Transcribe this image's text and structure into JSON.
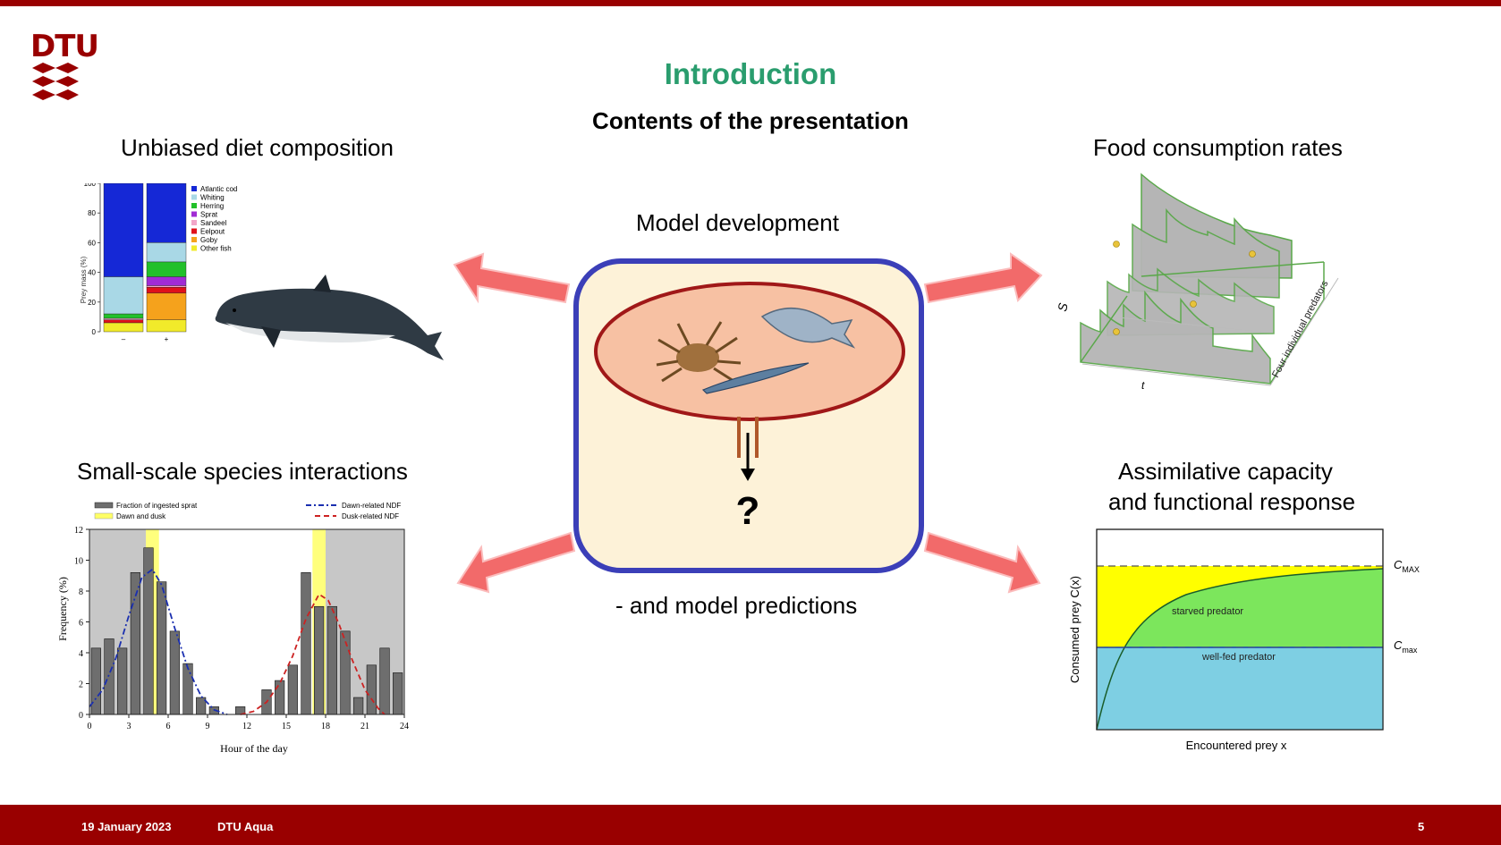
{
  "slide": {
    "title": "Introduction",
    "subtitle": "Contents of the presentation",
    "logo_text": "DTU"
  },
  "panels": {
    "diet": {
      "label": "Unbiased diet composition"
    },
    "consumption": {
      "label": "Food consumption rates"
    },
    "species": {
      "label": "Small-scale species interactions"
    },
    "assimilative": {
      "label_line1": "Assimilative capacity",
      "label_line2": "and functional response"
    },
    "model": {
      "top_label": "Model development",
      "bottom_label": "- and model predictions",
      "question": "?"
    }
  },
  "footer": {
    "date": "19 January 2023",
    "org": "DTU Aqua",
    "page": "5"
  },
  "chart_data": [
    {
      "type": "bar",
      "stacked": true,
      "ylabel": "Prey mass (%)",
      "categories": [
        "–",
        "+"
      ],
      "ylim": [
        0,
        100
      ],
      "yticks": [
        "0",
        "20",
        "40",
        "60",
        "80",
        "100"
      ],
      "legend": [
        "Atlantic cod",
        "Whiting",
        "Herring",
        "Sprat",
        "Sandeel",
        "Eelpout",
        "Goby",
        "Other fish"
      ],
      "colors": [
        "#1528d6",
        "#a9d8e6",
        "#22c02a",
        "#a12cd4",
        "#f2a6c8",
        "#e0101a",
        "#f5a21c",
        "#f1ea2a"
      ],
      "series": [
        {
          "name": "Atlantic cod",
          "values": [
            63,
            40
          ]
        },
        {
          "name": "Whiting",
          "values": [
            25,
            13
          ]
        },
        {
          "name": "Herring",
          "values": [
            3,
            10
          ]
        },
        {
          "name": "Sprat",
          "values": [
            0,
            6
          ]
        },
        {
          "name": "Sandeel",
          "values": [
            1,
            1
          ]
        },
        {
          "name": "Eelpout",
          "values": [
            2,
            4
          ]
        },
        {
          "name": "Goby",
          "values": [
            0,
            18
          ]
        },
        {
          "name": "Other fish",
          "values": [
            6,
            8
          ]
        }
      ]
    },
    {
      "type": "bar",
      "xlabel": "Hour of the day",
      "ylabel": "Frequency (%)",
      "xticks": [
        "0",
        "3",
        "6",
        "9",
        "12",
        "15",
        "18",
        "21",
        "24"
      ],
      "yticks": [
        "0",
        "2",
        "4",
        "6",
        "8",
        "10",
        "12"
      ],
      "xlim": [
        0,
        24
      ],
      "ylim": [
        0,
        12
      ],
      "legend": [
        "Fraction of ingested sprat",
        "Dawn and dusk",
        "Dawn-related NDF",
        "Dusk-related NDF"
      ],
      "hours": [
        0.5,
        1.5,
        2.5,
        3.5,
        4.5,
        5.5,
        6.5,
        7.5,
        8.5,
        9.5,
        10.5,
        11.5,
        12.5,
        13.5,
        14.5,
        15.5,
        16.5,
        17.5,
        18.5,
        19.5,
        20.5,
        21.5,
        22.5,
        23.5
      ],
      "values": [
        4.3,
        4.9,
        4.3,
        9.2,
        10.8,
        8.6,
        5.4,
        3.3,
        1.1,
        0.5,
        0,
        0.5,
        0,
        1.6,
        2.2,
        3.2,
        9.2,
        7.0,
        7.0,
        5.4,
        1.1,
        3.2,
        4.3,
        2.7
      ],
      "dawn_band": [
        4.3,
        5.3
      ],
      "dusk_band": [
        17.0,
        18.0
      ],
      "dawn_curve": [
        [
          0,
          0.5
        ],
        [
          1,
          1.6
        ],
        [
          2,
          3.6
        ],
        [
          3,
          6.4
        ],
        [
          4,
          8.9
        ],
        [
          4.8,
          9.4
        ],
        [
          5.5,
          8.4
        ],
        [
          6.5,
          5.6
        ],
        [
          7.5,
          3.0
        ],
        [
          8.5,
          1.2
        ],
        [
          9.5,
          0.3
        ],
        [
          10.5,
          0
        ]
      ],
      "dusk_curve": [
        [
          11.5,
          0
        ],
        [
          12.5,
          0.2
        ],
        [
          13.5,
          0.8
        ],
        [
          14.5,
          2.0
        ],
        [
          15.5,
          3.8
        ],
        [
          16.5,
          6.2
        ],
        [
          17.5,
          7.8
        ],
        [
          18.2,
          7.4
        ],
        [
          19,
          5.9
        ],
        [
          20,
          3.6
        ],
        [
          21,
          1.6
        ],
        [
          22,
          0.4
        ],
        [
          22.5,
          0
        ]
      ]
    },
    {
      "type": "area",
      "xlabel": "Encountered prey x",
      "ylabel": "Consumed prey C(x)",
      "annotations": [
        "starved predator",
        "well-fed predator"
      ],
      "levels": [
        {
          "name": "C_MAX",
          "value": 0.8
        },
        {
          "name": "C_max",
          "value": 0.4
        }
      ],
      "colors": {
        "yellow": "#ffff00",
        "green": "#7ce65c",
        "blue": "#7ecfe3"
      }
    }
  ]
}
